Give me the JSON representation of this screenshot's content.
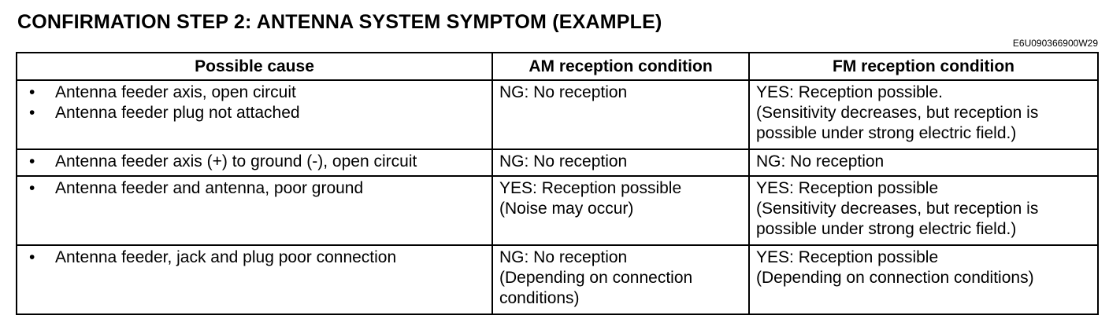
{
  "document": {
    "title": "CONFIRMATION STEP 2: ANTENNA SYSTEM SYMPTOM (EXAMPLE)",
    "code": "E6U090366900W29"
  },
  "table": {
    "headers": {
      "cause": "Possible cause",
      "am": "AM reception condition",
      "fm": "FM reception condition"
    },
    "bullet": "•",
    "rows": [
      {
        "causes": [
          "Antenna feeder axis, open circuit",
          "Antenna feeder plug not attached"
        ],
        "am": [
          "NG: No reception"
        ],
        "fm": [
          "YES: Reception possible.",
          "(Sensitivity decreases, but reception is",
          "possible under strong electric field.)"
        ]
      },
      {
        "causes": [
          "Antenna feeder axis (+) to ground (-), open circuit"
        ],
        "am": [
          "NG: No reception"
        ],
        "fm": [
          "NG: No reception"
        ]
      },
      {
        "causes": [
          "Antenna feeder and antenna, poor ground"
        ],
        "am": [
          "YES: Reception possible",
          "(Noise may occur)"
        ],
        "fm": [
          "YES: Reception possible",
          "(Sensitivity decreases, but reception is",
          "possible under strong electric field.)"
        ]
      },
      {
        "causes": [
          "Antenna feeder, jack and plug poor connection"
        ],
        "am": [
          "NG: No reception",
          "(Depending on connection",
          "conditions)"
        ],
        "fm": [
          "YES: Reception possible",
          "(Depending on connection conditions)"
        ]
      }
    ]
  }
}
